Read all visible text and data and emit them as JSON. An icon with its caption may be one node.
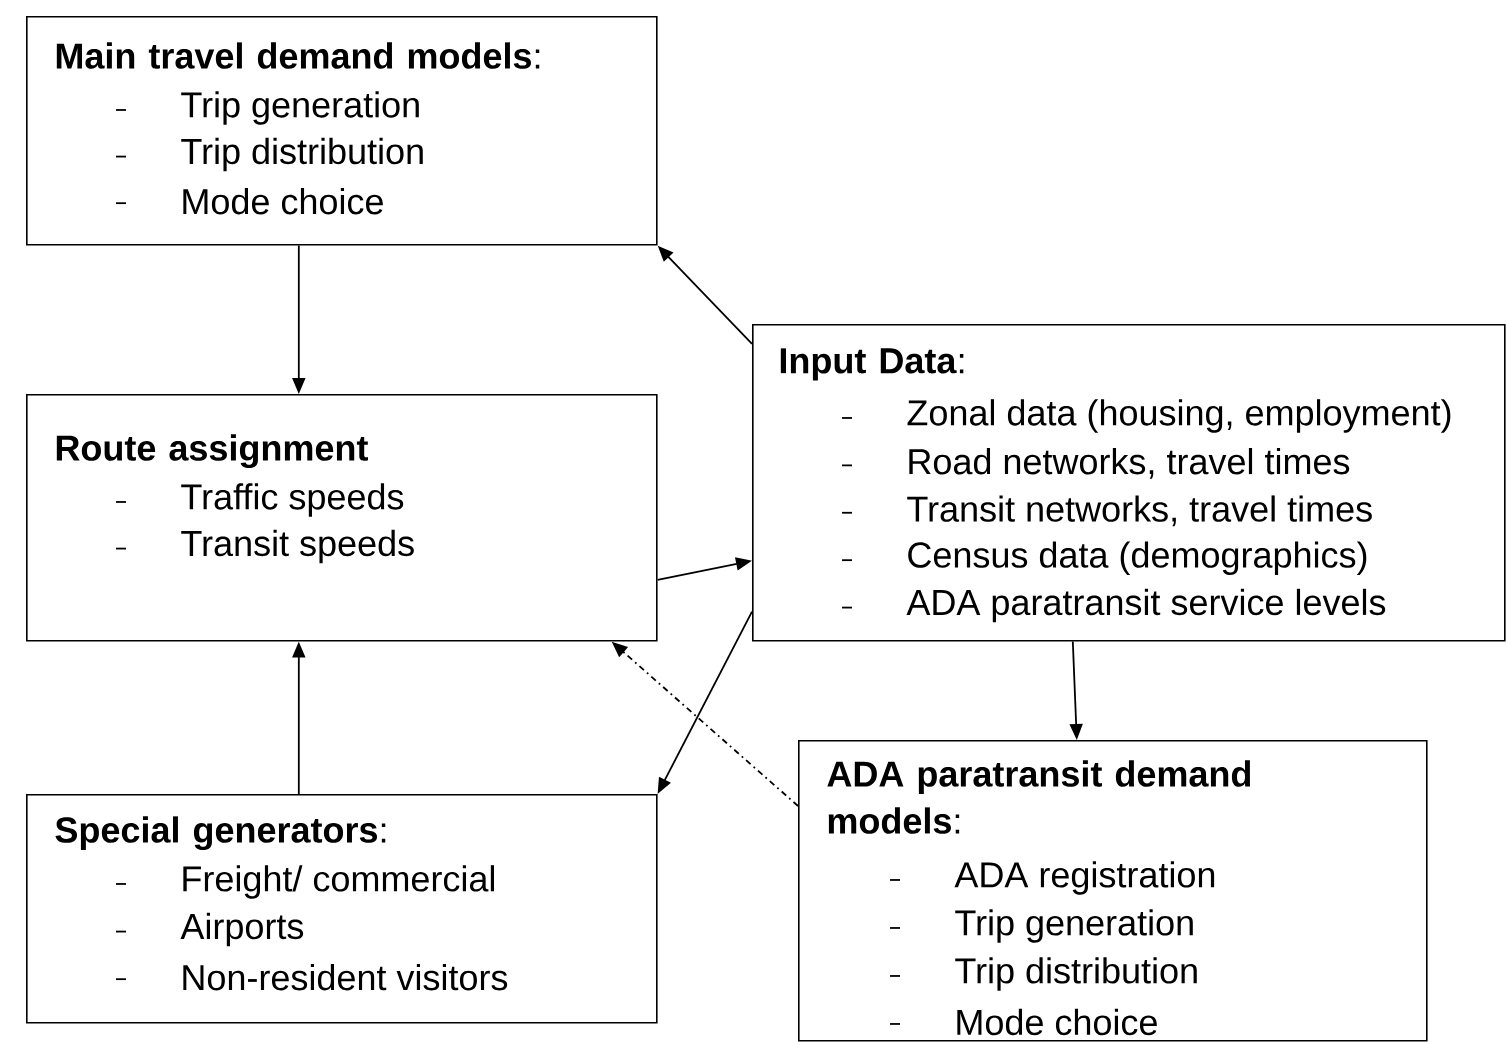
{
  "diagram": {
    "nodes": [
      {
        "text": [
          "**Main travel demand models**:",
          "Trip generation",
          "Trip distribution",
          "Mode choice"
        ]
      },
      {
        "text": [
          "Route assignment",
          "Traffic speeds",
          "Transit speeds"
        ]
      },
      {
        "text": [
          "**Input Data**:",
          "Zonal data (housing, employment)",
          "Road networks, travel times",
          "Transit networks, travel times",
          "Census data (demographics)",
          "ADA paratransit service levels"
        ]
      },
      {
        "text": [
          "**Special generators**:",
          "Freight/ commercial",
          "Airports",
          "Non-resident visitors"
        ]
      },
      {
        "text": [
          "**ADA paratransit demand models**:",
          "ADA registration",
          "Trip generation",
          "Trip distribution",
          "Mode choice"
        ]
      }
    ],
    "edges": [
      {
        "from": 0,
        "to": 1,
        "arrow": "to"
      },
      {
        "from": 2,
        "to": 0,
        "arrow": "to"
      },
      {
        "from": 1,
        "to": 2,
        "arrow": "to"
      },
      {
        "from": 2,
        "to": 3,
        "arrow": "to"
      },
      {
        "from": 3,
        "to": 1,
        "arrow": "to"
      },
      {
        "from": 4,
        "to": 1,
        "arrow": "to",
        "style": "dashed"
      },
      {
        "from": 2,
        "to": 4,
        "arrow": "to"
      }
    ]
  }
}
